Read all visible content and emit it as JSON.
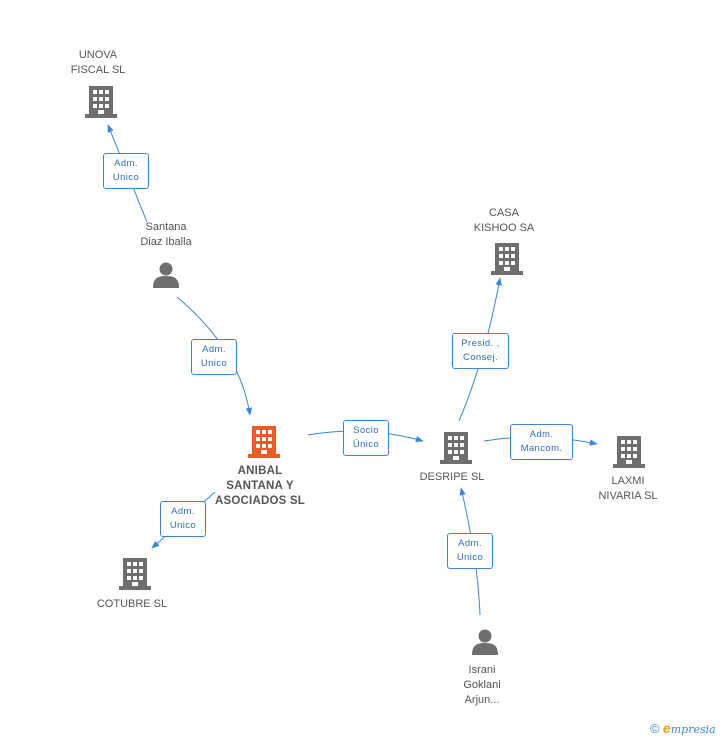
{
  "nodes": {
    "unova": {
      "label_1": "UNOVA",
      "label_2": "FISCAL SL",
      "icon": "building-icon"
    },
    "santana": {
      "label_1": "Santana",
      "label_2": "Diaz Iballa",
      "icon": "person-icon"
    },
    "anibal": {
      "label_1": "ANIBAL",
      "label_2": "SANTANA Y",
      "label_3": "ASOCIADOS SL",
      "icon": "building-icon",
      "color": "#f05a28"
    },
    "cotubre": {
      "label_1": "COTUBRE SL",
      "icon": "building-icon"
    },
    "casa": {
      "label_1": "CASA",
      "label_2": "KISHOO SA",
      "icon": "building-icon"
    },
    "desripe": {
      "label_1": "DESRIPE SL",
      "icon": "building-icon"
    },
    "laxmi": {
      "label_1": "LAXMI",
      "label_2": "NIVARIA SL",
      "icon": "building-icon"
    },
    "israni": {
      "label_1": "Israni",
      "label_2": "Goklani",
      "label_3": "Arjun...",
      "icon": "person-icon"
    }
  },
  "edges": {
    "santana_unova": {
      "line_1": "Adm.",
      "line_2": "Unico"
    },
    "santana_anibal": {
      "line_1": "Adm.",
      "line_2": "Unico"
    },
    "anibal_cotubre": {
      "line_1": "Adm.",
      "line_2": "Unico"
    },
    "anibal_desripe": {
      "line_1": "Socio",
      "line_2": "Único"
    },
    "desripe_casa": {
      "line_1": "Presid. ,",
      "line_2": "Consej."
    },
    "desripe_laxmi": {
      "line_1": "Adm.",
      "line_2": "Mancom."
    },
    "israni_desripe": {
      "line_1": "Adm.",
      "line_2": "Unico"
    }
  },
  "colors": {
    "edge": "#3a87d8",
    "node_icon": "#6e6e6e",
    "main_icon": "#f05a28"
  },
  "brand": {
    "copyright": "©",
    "initial": "e",
    "rest": "mpresia"
  }
}
